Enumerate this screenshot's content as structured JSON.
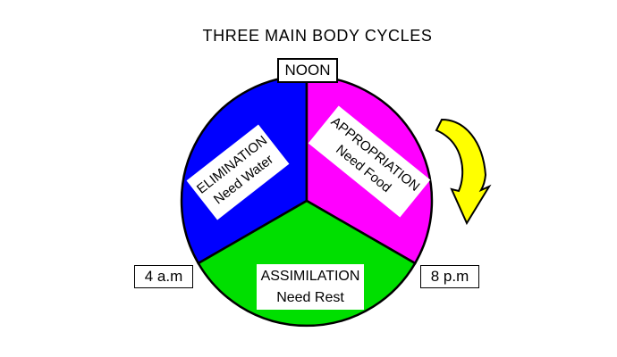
{
  "title": "THREE MAIN BODY CYCLES",
  "pie": {
    "outline_color": "#000000",
    "segments": [
      {
        "name": "elimination",
        "label": "ELIMINATION",
        "sublabel": "Need Water",
        "color": "#0000FF",
        "position": "upper-left"
      },
      {
        "name": "appropriation",
        "label": "APPROPRIATION",
        "sublabel": "Need Food",
        "color": "#FF00FF",
        "position": "upper-right"
      },
      {
        "name": "assimilation",
        "label": "ASSIMILATION",
        "sublabel": "Need Rest",
        "color": "#00DF00",
        "position": "bottom"
      }
    ]
  },
  "time_markers": [
    {
      "name": "noon",
      "label": "NOON",
      "position": "top"
    },
    {
      "name": "4am",
      "label": "4 a.m",
      "position": "lower-left"
    },
    {
      "name": "8pm",
      "label": "8 p.m",
      "position": "lower-right"
    }
  ],
  "arrow": {
    "color": "#FFFF00",
    "direction": "clockwise"
  }
}
